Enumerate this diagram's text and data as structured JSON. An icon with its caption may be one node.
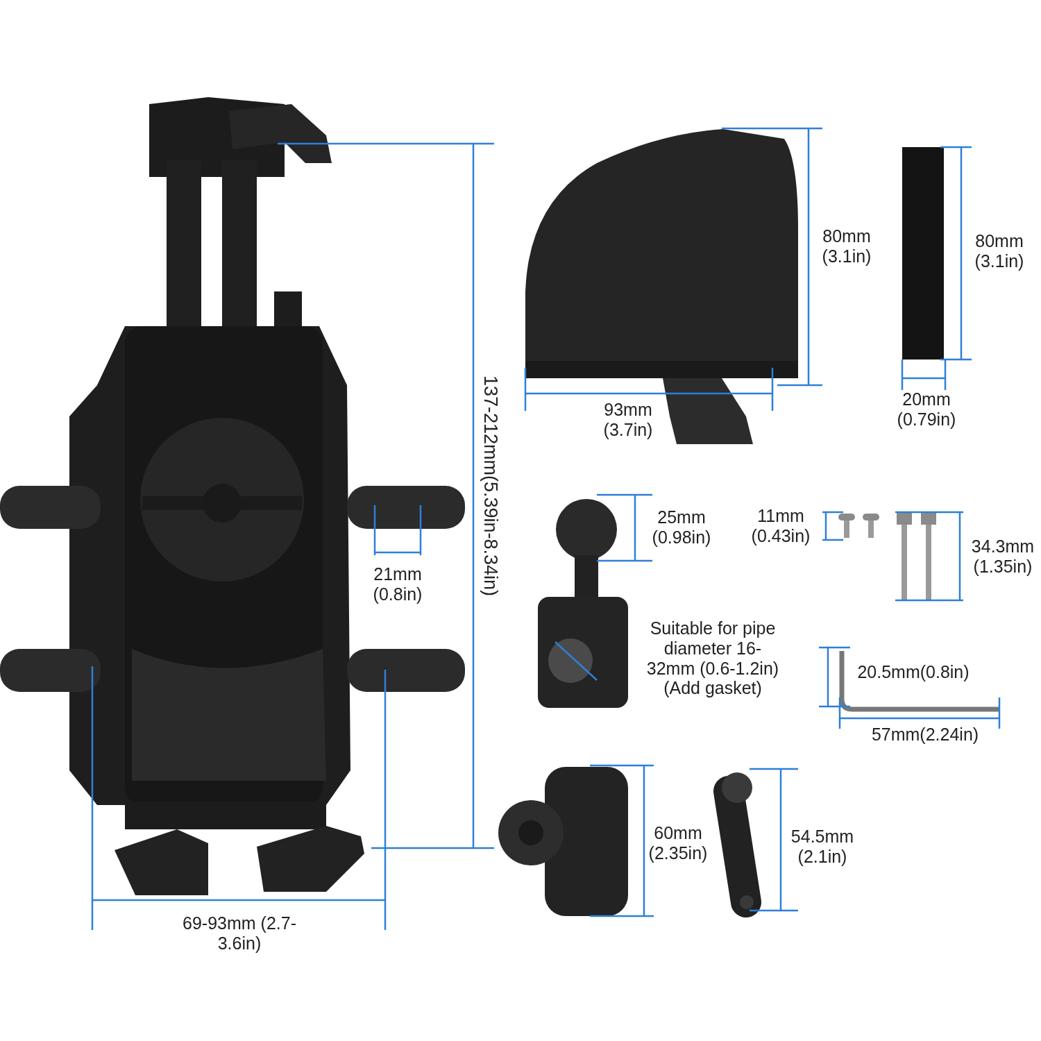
{
  "diagram": {
    "labels": [
      "80mm (3.1in)",
      "80mm (3.1in)",
      "137-212mm(5.39in-8.34in)",
      "93mm (3.7in)",
      "20mm (0.79in)",
      "25mm (0.98in)",
      "11mm (0.43in)",
      "34.3mm (1.35in)",
      "21mm (0.8in)",
      "Suitable for pipe diameter 16-32mm (0.6-1.2in) (Add gasket)",
      "20.5mm(0.8in)",
      "57mm(2.24in)",
      "60mm (2.35in)",
      "54.5mm (2.1in)",
      "69-93mm (2.7-3.6in)"
    ]
  }
}
